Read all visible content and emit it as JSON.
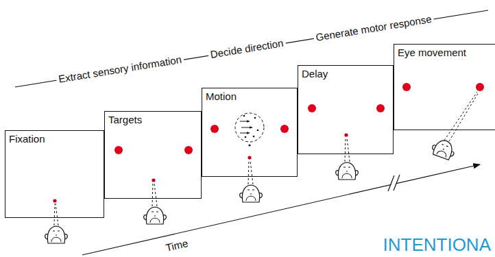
{
  "diagram": {
    "nodes": [
      {
        "text": [
          "Fixation"
        ]
      },
      {
        "text": [
          "Targets"
        ]
      },
      {
        "text": [
          "Motion"
        ]
      },
      {
        "text": [
          "Delay"
        ]
      },
      {
        "text": [
          "Eye movement"
        ]
      }
    ],
    "labels": [
      "Extract sensory information",
      "Decide direction",
      "Generate motor response",
      "Time",
      "INTENTIONA"
    ]
  }
}
